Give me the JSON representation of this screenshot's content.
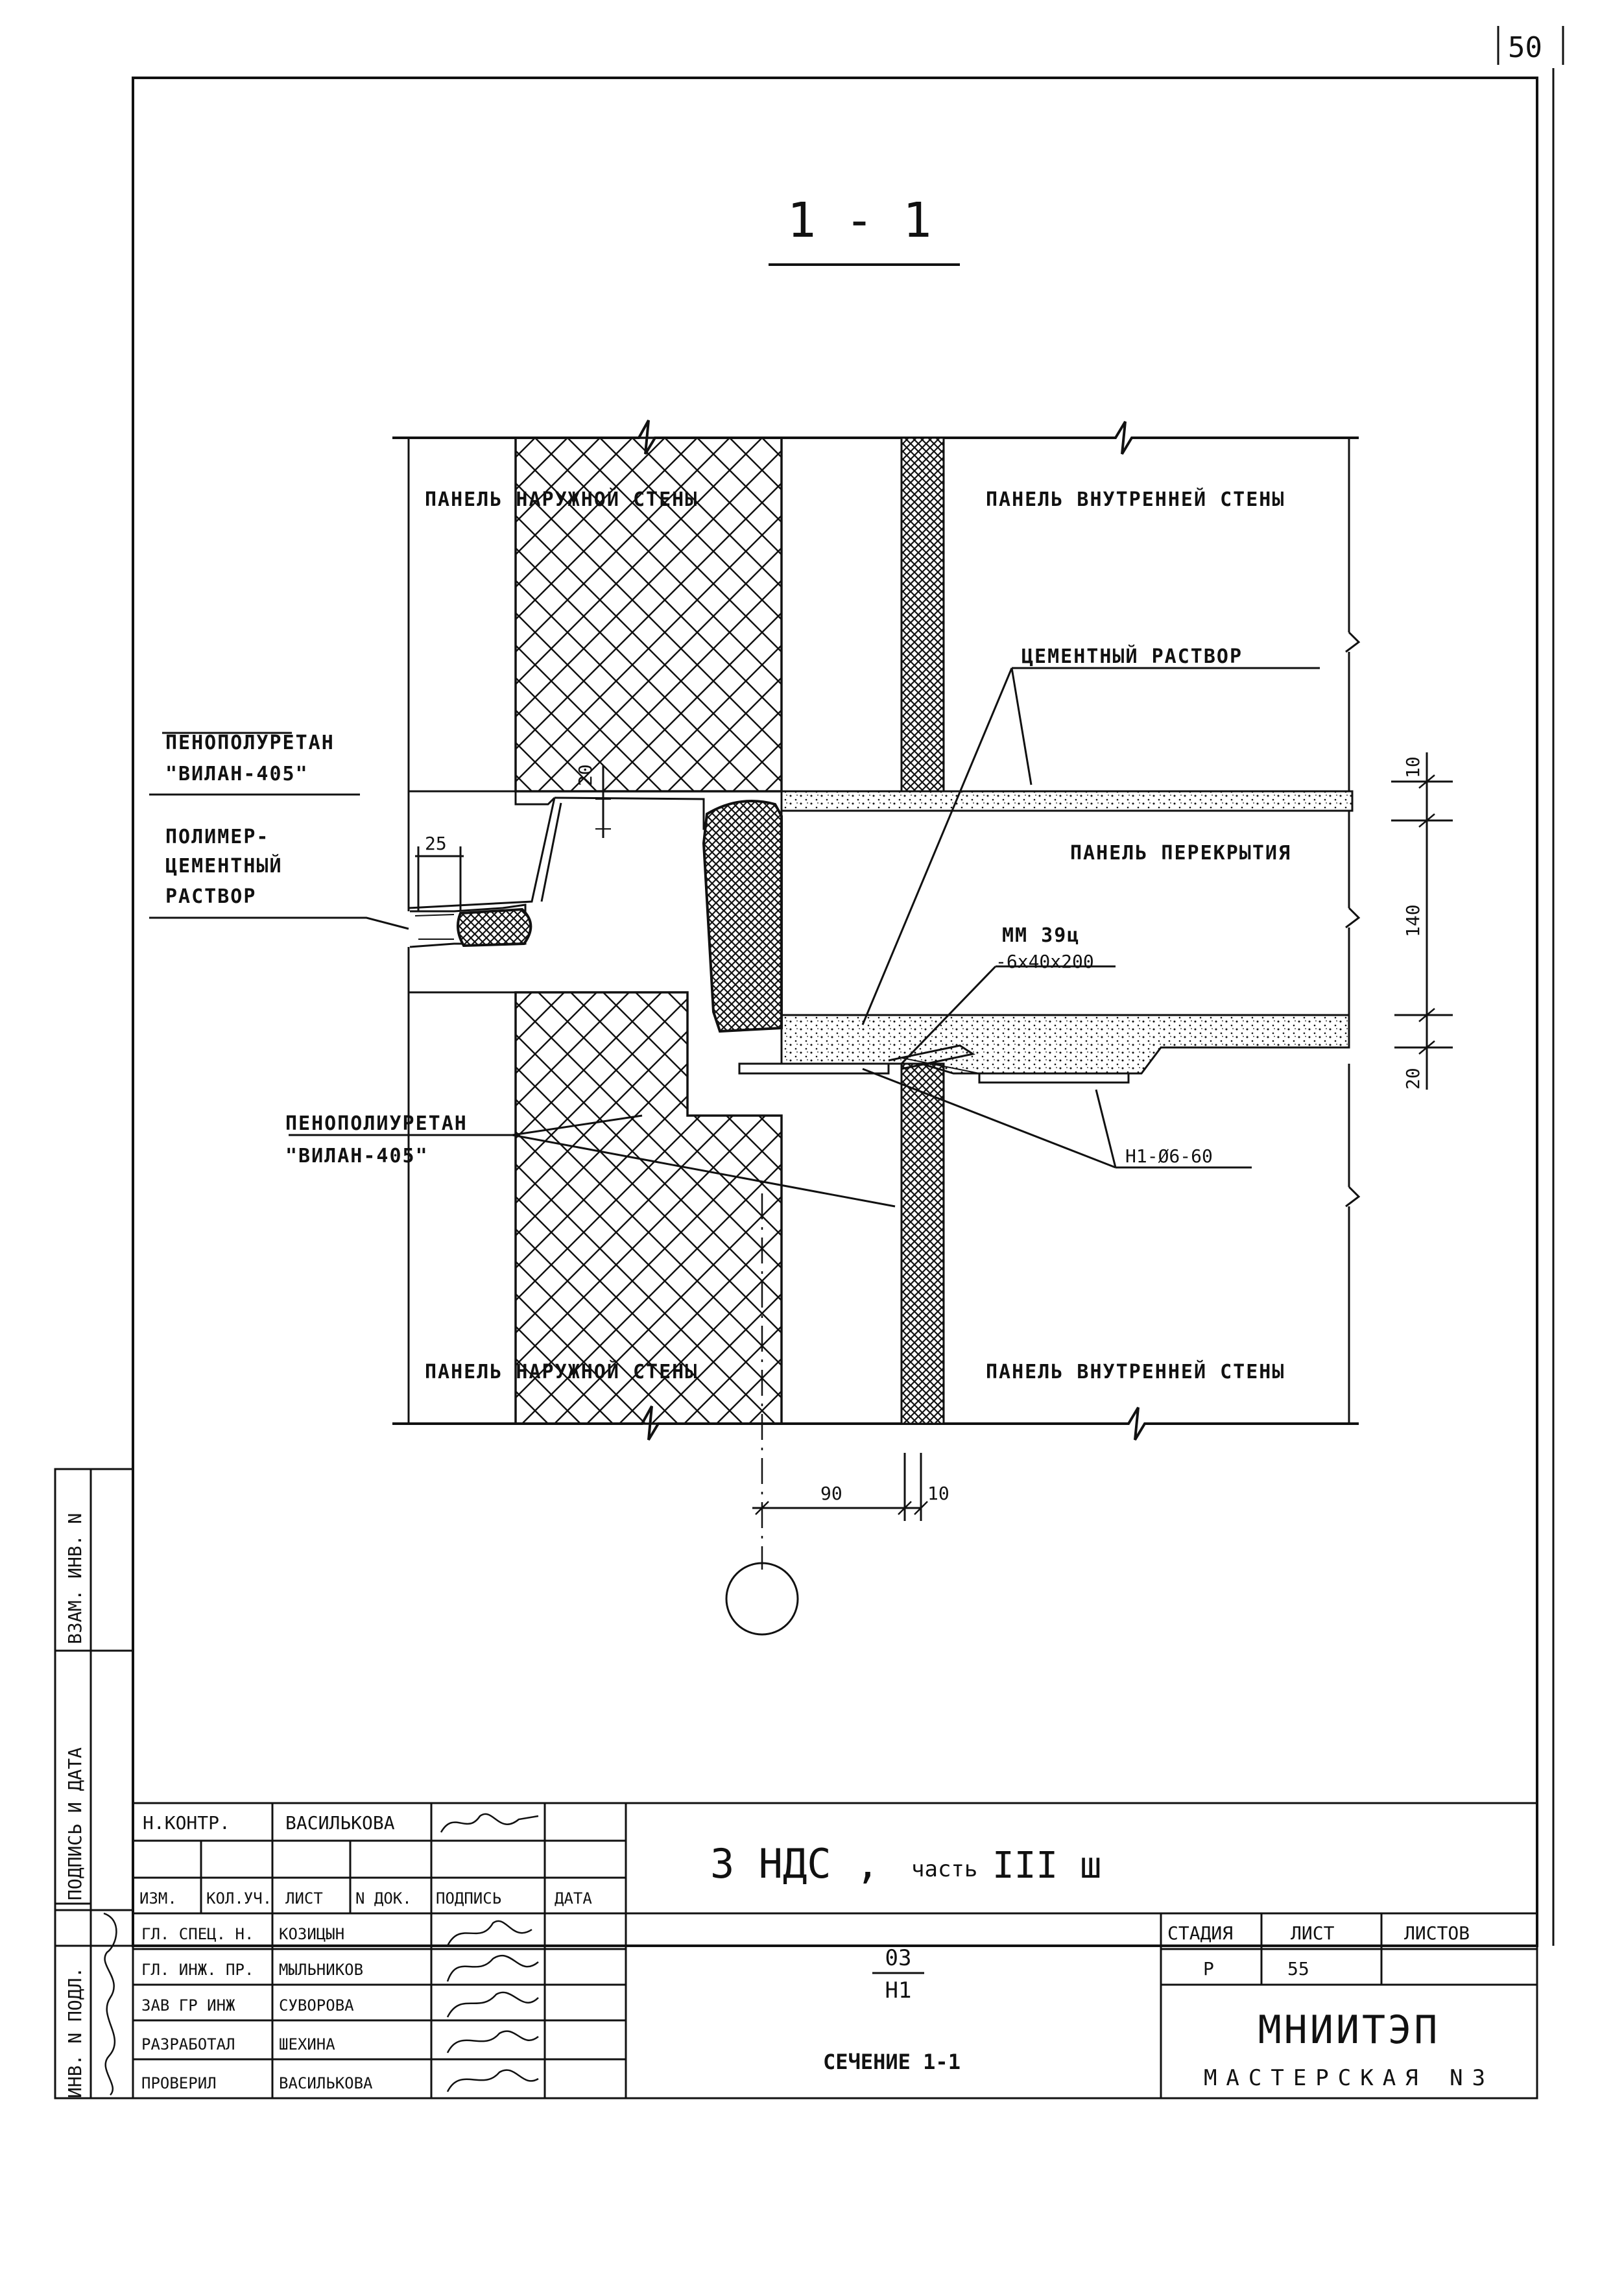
{
  "sheet": {
    "page_number": "50",
    "section_title": "1 - 1"
  },
  "labels": {
    "outer_wall_top": "ПАНЕЛЬ НАРУЖНОЙ СТЕНЫ",
    "inner_wall_top": "ПАНЕЛЬ ВНУТРЕННЕЙ СТЕНЫ",
    "cement_mortar": "ЦЕМЕНТНЫЙ РАСТВОР",
    "polyurethane_top_1": "ПЕНОПОЛУРЕТАН",
    "polyurethane_top_2": "\"ВИЛАН-405\"",
    "polymer_1": "ПОЛИМЕР-",
    "polymer_2": "ЦЕМЕНТНЫЙ",
    "polymer_3": "РАСТВОР",
    "floor_panel": "ПАНЕЛЬ ПЕРЕКРЫТИЯ",
    "mm_1": "ММ 39ц",
    "mm_2": "-6х40х200",
    "polyurethane_bot_1": "ПЕНОПОЛИУРЕТАН",
    "polyurethane_bot_2": "\"ВИЛАН-405\"",
    "h1": "Н1-Ø6-60",
    "outer_wall_bottom": "ПАНЕЛЬ НАРУЖНОЙ СТЕНЫ",
    "inner_wall_bottom": "ПАНЕЛЬ ВНУТРЕННЕЙ СТЕНЫ"
  },
  "dimensions": {
    "d20_top": "20",
    "d25": "25",
    "d10_top": "10",
    "d140": "140",
    "d20_right": "20",
    "d90": "90",
    "d10_bottom": "10"
  },
  "side_stamp": {
    "vzam": "ВЗАМ. ИНВ. N",
    "podpis": "ПОДПИСЬ И ДАТА",
    "inv": "ИНВ. N ПОДЛ."
  },
  "title_block": {
    "nkontr_role": "Н.КОНТР.",
    "nkontr_name": "ВАСИЛЬКОВА",
    "head": [
      "ИЗМ.",
      "КОЛ.УЧ.",
      "ЛИСТ",
      "N ДОК.",
      "ПОДПИСЬ",
      "ДАТА"
    ],
    "rows": [
      {
        "role": "ГЛ. СПЕЦ. Н.",
        "name": "КОЗИЦЫН"
      },
      {
        "role": "ГЛ. ИНЖ. ПР.",
        "name": "МЫЛЬНИКОВ"
      },
      {
        "role": "ЗАВ ГР ИНЖ",
        "name": "СУВОРОВА"
      },
      {
        "role": "РАЗРАБОТАЛ",
        "name": "ШЕХИНА"
      },
      {
        "role": "ПРОВЕРИЛ",
        "name": "ВАСИЛЬКОВА"
      }
    ],
    "project_main": "3 НДС ,",
    "project_part": "часть",
    "project_roman": "III ш",
    "code_num": "03",
    "code_den": "Н1",
    "sheet_name": "СЕЧЕНИЕ 1-1",
    "stage_hdr": "СТАДИЯ",
    "sheet_hdr": "ЛИСТ",
    "sheets_hdr": "ЛИСТОВ",
    "stage_val": "Р",
    "sheet_val": "55",
    "org": "МНИИТЭП",
    "org_sub": "МАСТЕРСКАЯ N3"
  },
  "colors": {
    "ink": "#111111",
    "paper": "#ffffff"
  }
}
